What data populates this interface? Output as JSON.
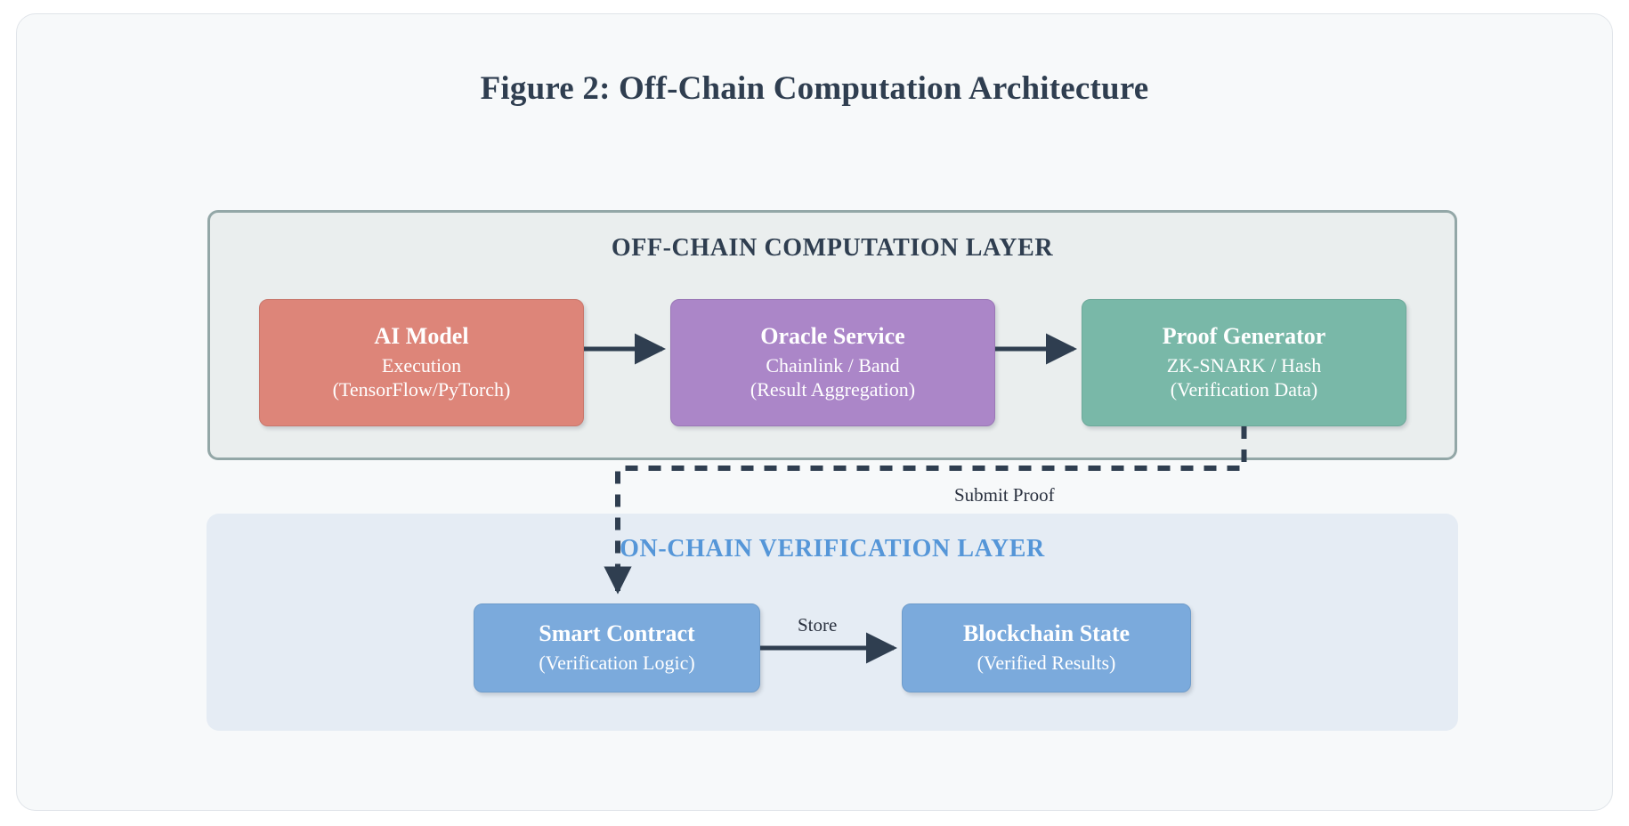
{
  "figure": {
    "title": "Figure 2: Off-Chain Computation Architecture"
  },
  "layers": {
    "offchain": {
      "title": "OFF-CHAIN COMPUTATION LAYER",
      "border_color": "#93a7a7",
      "background_color": "#eaeeee"
    },
    "onchain": {
      "title": "ON-CHAIN VERIFICATION LAYER",
      "title_color": "#5596d8",
      "background_color": "#e5ecf4"
    }
  },
  "nodes": {
    "ai_model": {
      "title": "AI Model",
      "line1": "Execution",
      "line2": "(TensorFlow/PyTorch)",
      "color": "#dd8579"
    },
    "oracle_service": {
      "title": "Oracle Service",
      "line1": "Chainlink / Band",
      "line2": "(Result Aggregation)",
      "color": "#ab86c8"
    },
    "proof_generator": {
      "title": "Proof Generator",
      "line1": "ZK-SNARK / Hash",
      "line2": "(Verification Data)",
      "color": "#79b8a8"
    },
    "smart_contract": {
      "title": "Smart Contract",
      "line1": "(Verification Logic)",
      "color": "#7baadc"
    },
    "blockchain_state": {
      "title": "Blockchain State",
      "line1": "(Verified Results)",
      "color": "#7baadc"
    }
  },
  "edges": {
    "submit_proof_label": "Submit Proof",
    "store_label": "Store",
    "arrow_color": "#2f3e50"
  },
  "canvas": {
    "background_color": "#f7f9fa",
    "border_color": "#e0e4e9"
  }
}
